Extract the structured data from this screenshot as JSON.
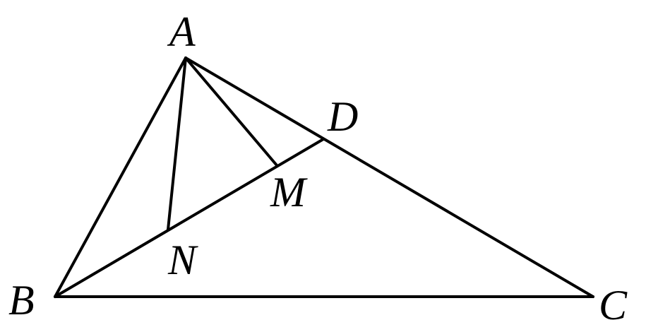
{
  "labels": {
    "A": "A",
    "B": "B",
    "C": "C",
    "D": "D",
    "M": "M",
    "N": "N"
  },
  "colors": {
    "line": "#000000",
    "background": "#ffffff"
  }
}
